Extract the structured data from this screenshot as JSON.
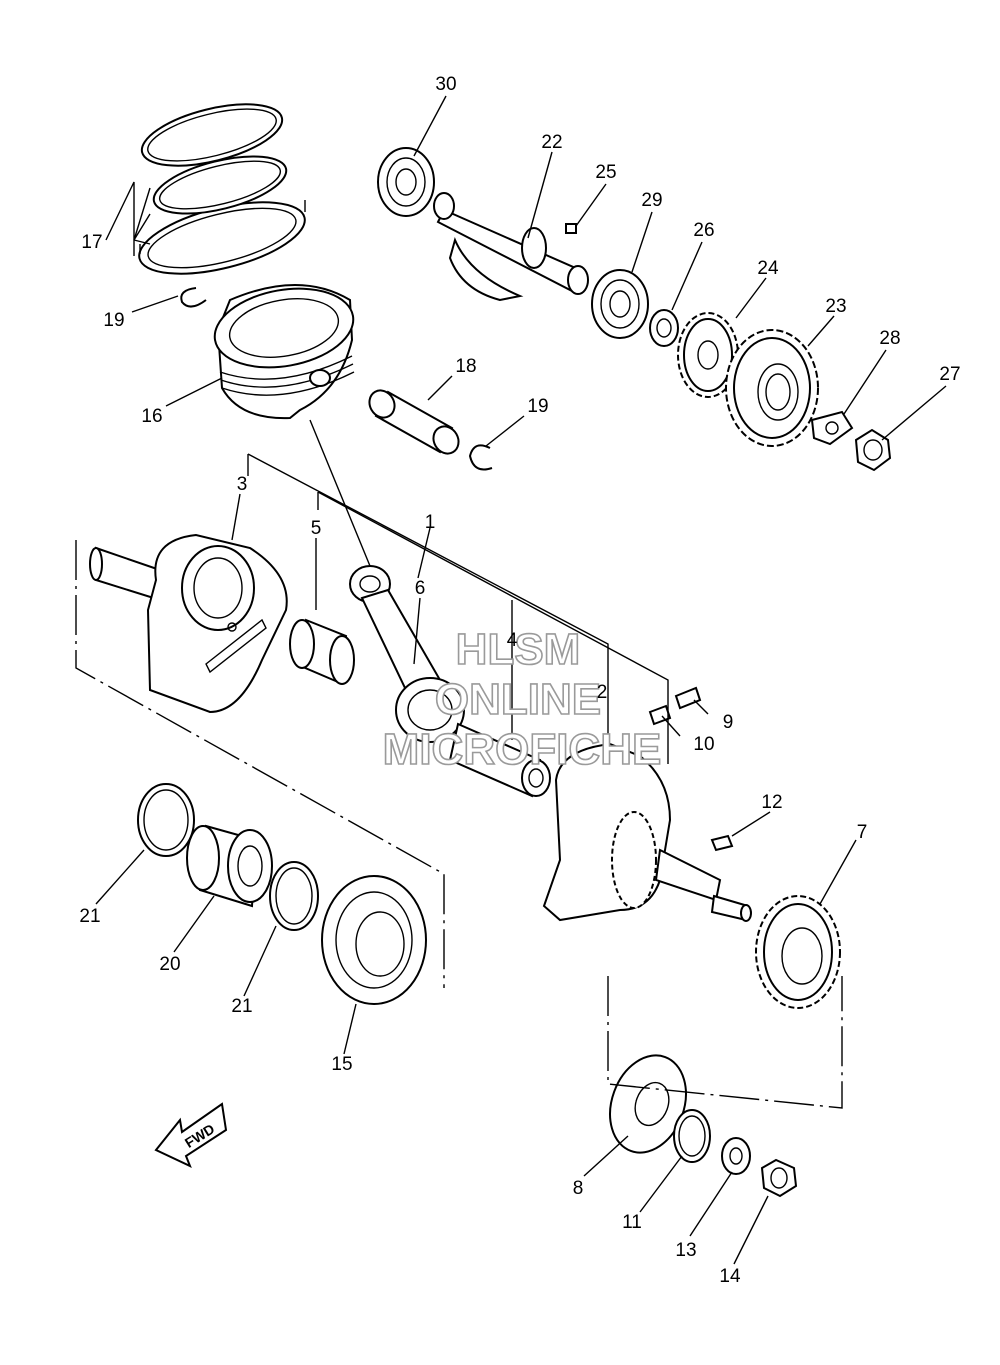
{
  "watermark": {
    "line1": "HLSM",
    "line2": "ONLINE",
    "line3": "MICROFICHE"
  },
  "direction_arrow": "FWD",
  "callouts": [
    {
      "id": "1",
      "label": "1"
    },
    {
      "id": "2",
      "label": "2"
    },
    {
      "id": "3",
      "label": "3"
    },
    {
      "id": "4",
      "label": "4"
    },
    {
      "id": "5",
      "label": "5"
    },
    {
      "id": "6",
      "label": "6"
    },
    {
      "id": "7",
      "label": "7"
    },
    {
      "id": "8",
      "label": "8"
    },
    {
      "id": "9",
      "label": "9"
    },
    {
      "id": "10",
      "label": "10"
    },
    {
      "id": "11",
      "label": "11"
    },
    {
      "id": "12",
      "label": "12"
    },
    {
      "id": "13",
      "label": "13"
    },
    {
      "id": "14",
      "label": "14"
    },
    {
      "id": "15",
      "label": "15"
    },
    {
      "id": "16",
      "label": "16"
    },
    {
      "id": "17",
      "label": "17"
    },
    {
      "id": "18",
      "label": "18"
    },
    {
      "id": "19a",
      "label": "19"
    },
    {
      "id": "19b",
      "label": "19"
    },
    {
      "id": "20",
      "label": "20"
    },
    {
      "id": "21a",
      "label": "21"
    },
    {
      "id": "21b",
      "label": "21"
    },
    {
      "id": "22",
      "label": "22"
    },
    {
      "id": "23",
      "label": "23"
    },
    {
      "id": "24",
      "label": "24"
    },
    {
      "id": "25",
      "label": "25"
    },
    {
      "id": "26",
      "label": "26"
    },
    {
      "id": "27",
      "label": "27"
    },
    {
      "id": "28",
      "label": "28"
    },
    {
      "id": "29",
      "label": "29"
    },
    {
      "id": "30",
      "label": "30"
    }
  ]
}
